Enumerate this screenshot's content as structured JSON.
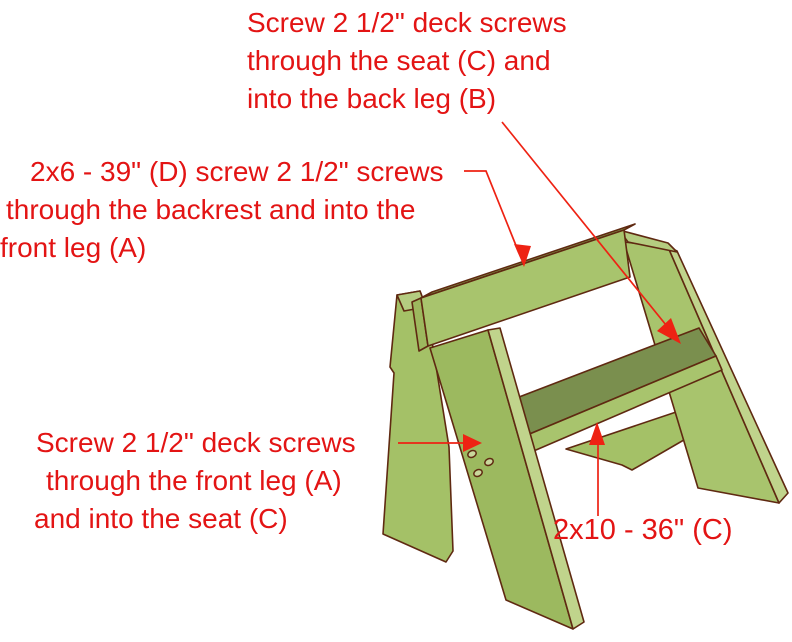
{
  "figure": {
    "type": "assembly-diagram",
    "subject": "outdoor Leopold bench plan"
  },
  "annotations": {
    "top": {
      "lines": [
        "Screw 2 1/2\" deck screws",
        "through the seat (C) and",
        "into the back leg (B)"
      ]
    },
    "left": {
      "lines": [
        "2x6 - 39\" (D) screw 2 1/2\" screws",
        "through the backrest and into the",
        "front leg  (A)"
      ]
    },
    "bottom_left": {
      "lines": [
        "Screw 2 1/2\" deck screws",
        "through the front leg (A)",
        "and into the seat (C)"
      ]
    },
    "seat_label": {
      "text": "2x10 - 36\" (C)"
    }
  },
  "parts": {
    "backrest": "2x6 - 39\" (D)",
    "seat": "2x10 - 36\" (C)",
    "front_leg": "(A)",
    "back_leg": "(B)"
  },
  "colors": {
    "background": "#ffffff",
    "annotation_red": "#e31414",
    "arrow_red": "#ee2213",
    "outline": "#5f2911",
    "wood_light": "#a8c46d",
    "wood_leg": "#9cb95f",
    "wood_side": "#a4c167",
    "wood_strip": "#c0d48c",
    "wood_cap": "#b5cc80",
    "wood_top_dark": "#7f9b49",
    "seat_top": "#7a8f4e",
    "end_grain": "#9db85e",
    "hole_fill": "#c9d79c"
  }
}
